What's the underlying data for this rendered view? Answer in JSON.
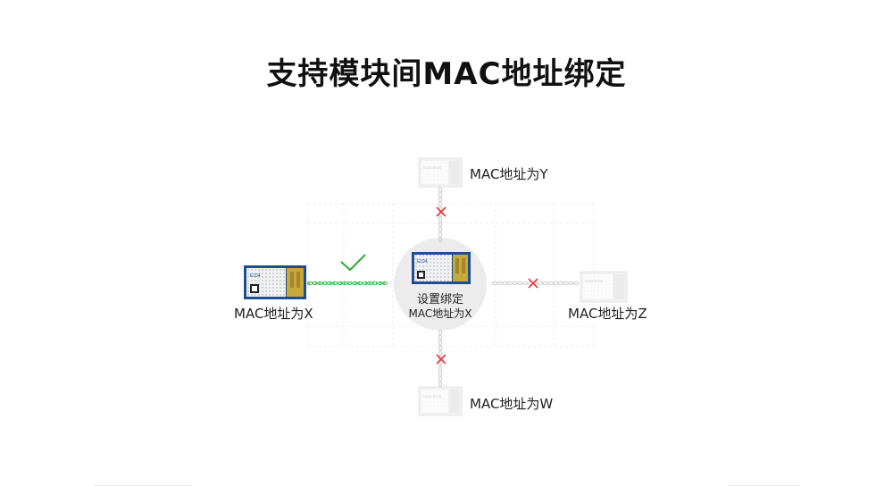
{
  "title": "支持模块间MAC地址绑定",
  "colors": {
    "ok_check": "#2ea832",
    "fail_cross": "#e23a3a",
    "active_link": "#3db045",
    "inactive_link": "#c8c8c8",
    "module_blue": "#1d4f8f",
    "antenna_gold": "#c7a83a"
  },
  "modules": {
    "center": {
      "line1": "设置绑定",
      "line2": "MAC地址为X",
      "chip_label": "E104"
    },
    "left": {
      "label": "MAC地址为X",
      "chip_label": "E104"
    },
    "top": {
      "label": "MAC地址为Y",
      "chip_label": "E104 BT05"
    },
    "right": {
      "label": "MAC地址为Z",
      "chip_label": "E104 BT05"
    },
    "bottom": {
      "label": "MAC地址为W",
      "chip_label": "E104 BT05"
    }
  },
  "links": {
    "left": {
      "status": "connected",
      "icon": "check-icon"
    },
    "top": {
      "status": "blocked",
      "icon": "cross-icon"
    },
    "right": {
      "status": "blocked",
      "icon": "cross-icon"
    },
    "bottom": {
      "status": "blocked",
      "icon": "cross-icon"
    }
  }
}
